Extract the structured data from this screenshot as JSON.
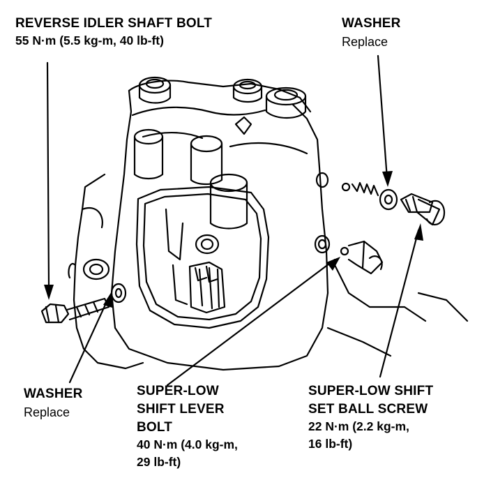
{
  "labels": {
    "reverse_idler": {
      "name": "REVERSE IDLER SHAFT BOLT",
      "torque": "55 N·m (5.5 kg-m, 40 lb-ft)"
    },
    "washer_top": {
      "name": "WASHER",
      "note": "Replace"
    },
    "washer_bottom": {
      "name": "WASHER",
      "note": "Replace"
    },
    "super_low_lever_bolt": {
      "line1": "SUPER-LOW",
      "line2": "SHIFT LEVER",
      "line3": "BOLT",
      "torque1": "40 N·m (4.0 kg-m,",
      "torque2": "29 lb-ft)"
    },
    "super_low_ball_screw": {
      "line1": "SUPER-LOW SHIFT",
      "line2": "SET BALL SCREW",
      "torque1": "22 N·m (2.2 kg-m,",
      "torque2": "16 lb-ft)"
    }
  }
}
